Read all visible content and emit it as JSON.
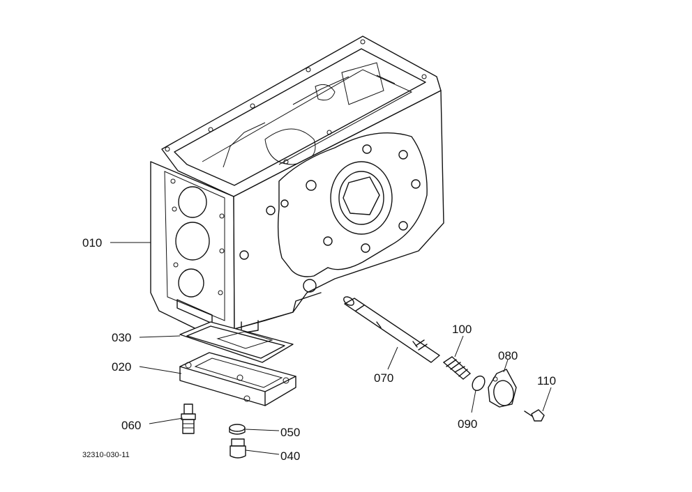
{
  "figure_code": "32310-030-11",
  "callouts": [
    {
      "id": "010",
      "label": "010"
    },
    {
      "id": "020",
      "label": "020"
    },
    {
      "id": "030",
      "label": "030"
    },
    {
      "id": "040",
      "label": "040"
    },
    {
      "id": "050",
      "label": "050"
    },
    {
      "id": "060",
      "label": "060"
    },
    {
      "id": "070",
      "label": "070"
    },
    {
      "id": "080",
      "label": "080"
    },
    {
      "id": "090",
      "label": "090"
    },
    {
      "id": "100",
      "label": "100"
    },
    {
      "id": "110",
      "label": "110"
    }
  ]
}
